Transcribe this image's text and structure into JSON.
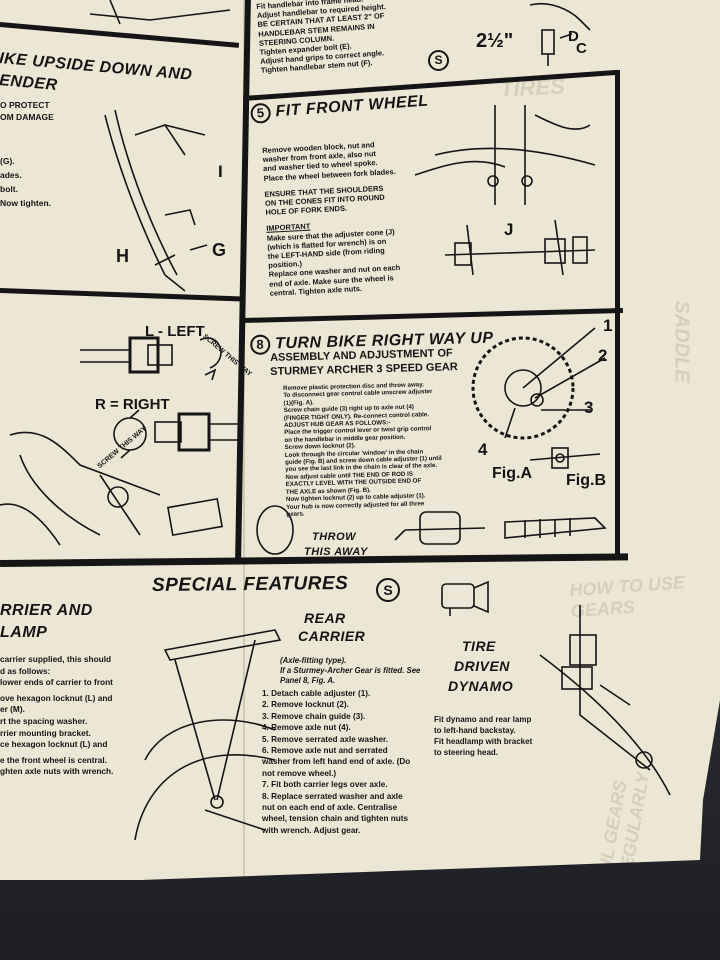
{
  "stem": {
    "lines": [
      "Fit handlebar into frame head.",
      "Adjust handlebar to required height.",
      "BE CERTAIN THAT AT LEAST 2\" OF",
      "HANDLEBAR STEM REMAINS IN",
      "STEERING COLUMN.",
      "Tighten expander bolt (E).",
      "Adjust hand grips to correct angle.",
      "Tighten handlebar stem nut (F)."
    ],
    "measure": "2½\"",
    "label_d": "D",
    "label_c": "C",
    "badge": "S"
  },
  "fender": {
    "title_line1": "IKE UPSIDE DOWN AND",
    "title_line2": "ENDER",
    "lines": [
      "O PROTECT",
      "OM DAMAGE",
      "(G).",
      "ades.",
      "bolt.",
      "Now tighten."
    ],
    "label_h": "H",
    "label_g": "G",
    "label_i": "I"
  },
  "front_wheel": {
    "number": "5",
    "title": "FIT FRONT WHEEL",
    "lines": [
      "Remove wooden block, nut and",
      "washer from front axle, also nut",
      "and washer tied to wheel spoke.",
      "Place the wheel between fork blades."
    ],
    "ensure": [
      "ENSURE THAT THE SHOULDERS",
      "ON THE CONES FIT INTO ROUND",
      "HOLE OF FORK ENDS."
    ],
    "important_label": "IMPORTANT",
    "important": [
      "Make sure that the adjuster cone (J)",
      "(which is flatted for wrench) is on",
      "the LEFT-HAND side (from riding",
      "position.)",
      "Replace one washer and nut on each",
      "end of axle. Make sure the wheel is",
      "central. Tighten axle nuts."
    ],
    "label_j": "J"
  },
  "pedals": {
    "left_label": "L - LEFT",
    "right_label": "R = RIGHT",
    "screw_this_way": "SCREW THIS WAY",
    "r_mark": "R"
  },
  "turn_bike": {
    "number": "8",
    "title": "TURN BIKE RIGHT WAY UP",
    "subtitle1": "ASSEMBLY AND ADJUSTMENT OF",
    "subtitle2": "STURMEY ARCHER 3 SPEED GEAR",
    "lines": [
      "Remove plastic protection disc and throw away.",
      "To disconnect gear control cable unscrew adjuster",
      "(1)(Fig. A).",
      "Screw chain guide (3) right up to axle nut (4)",
      "(FINGER TIGHT ONLY). Re-connect control cable.",
      "ADJUST HUB GEAR AS FOLLOWS:-",
      "Place the trigger control lever or twist grip control",
      "on the handlebar in middle gear position.",
      "Screw down locknut (2).",
      "Look through the circular 'window' in the chain",
      "guide (Fig. B) and screw down cable adjuster (1) until",
      "you see the last link in the chain is clear of the axle.",
      "Now adjust cable until THE END OF ROD IS",
      "EXACTLY LEVEL WITH THE OUTSIDE END OF",
      "THE AXLE as shown (Fig. B).",
      "Now tighten locknut (2) up to cable adjuster (1).",
      "Your hub is now correctly adjusted for all three",
      "gears."
    ],
    "callouts": [
      "1",
      "2",
      "3",
      "4"
    ],
    "fig_a": "Fig.A",
    "fig_b": "Fig.B",
    "throw_line1": "THROW",
    "throw_line2": "THIS AWAY"
  },
  "special": {
    "title": "SPECIAL FEATURES",
    "badge": "S"
  },
  "carrier_lamp": {
    "title_line1": "RRIER AND",
    "title_line2": "LAMP",
    "lines": [
      "carrier supplied, this should",
      "d as follows:",
      "lower ends of carrier to front",
      "",
      "ove hexagon locknut (L) and",
      "er (M).",
      "rt the spacing washer.",
      "rrier mounting bracket.",
      "ce hexagon locknut (L) and",
      "",
      "e the front wheel is central.",
      "ghten axle nuts with wrench."
    ]
  },
  "rear_carrier": {
    "title_line1": "REAR",
    "title_line2": "CARRIER",
    "intro": [
      "(Axle-fitting type).",
      "If a Sturmey-Archer Gear is fitted. See",
      "Panel 8, Fig. A."
    ],
    "steps": [
      "1. Detach cable adjuster (1).",
      "2. Remove locknut (2).",
      "3. Remove chain guide (3).",
      "4. Remove axle nut (4).",
      "5. Remove serrated axle washer.",
      "6. Remove axle nut and serrated",
      "washer from left hand end of axle. (Do",
      "not remove wheel.)",
      "7. Fit both carrier legs over axle.",
      "8. Replace serrated washer and axle",
      "nut on each end of axle. Centralise",
      "wheel, tension chain and tighten nuts",
      "with wrench. Adjust gear."
    ]
  },
  "dynamo": {
    "title_line1": "TIRE",
    "title_line2": "DRIVEN",
    "title_line3": "DYNAMO",
    "lines": [
      "Fit dynamo and rear lamp",
      "to left-hand backstay.",
      "Fit headlamp with bracket",
      "to steering head."
    ]
  }
}
